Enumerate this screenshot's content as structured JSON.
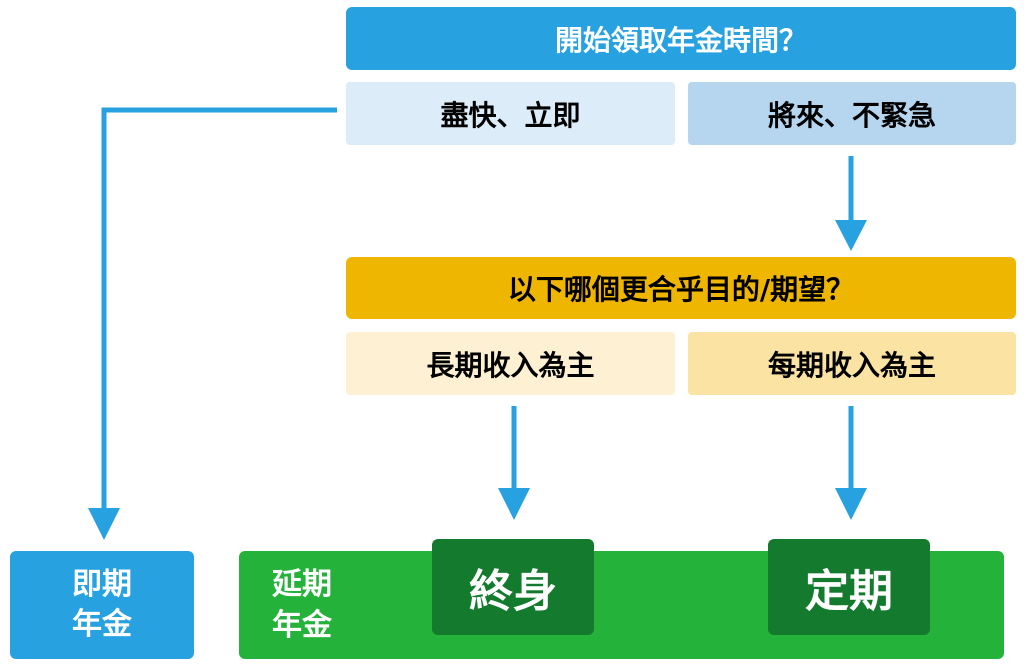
{
  "question1": "開始領取年金時間？",
  "answer_now": "盡快、立即",
  "answer_later": "將來、不緊急",
  "question2": "以下哪個更合乎目的/期望？",
  "answer_long_term": "長期收入為主",
  "answer_periodic": "每期收入為主",
  "immediate_annuity": {
    "line1": "即期",
    "line2": "年金"
  },
  "deferred_annuity": {
    "line1": "延期",
    "line2": "年金"
  },
  "lifetime": "終身",
  "fixed_term": "定期",
  "colors": {
    "blue": "#27a1df",
    "light_blue": "#dcedf9",
    "mid_blue": "#b6d6ef",
    "amber": "#efb600",
    "cream": "#fdf0d3",
    "light_amber": "#fbe3a3",
    "green": "#24b23a",
    "dark_green": "#137a2e"
  }
}
